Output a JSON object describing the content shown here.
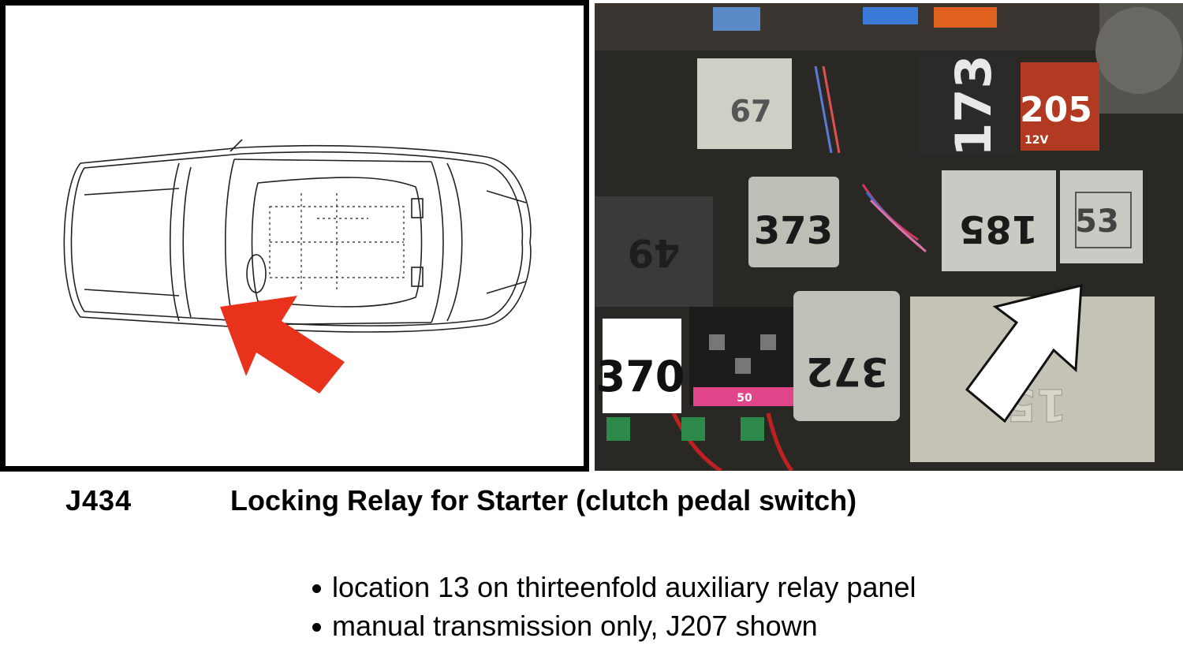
{
  "component": {
    "code": "J434",
    "title": "Locking Relay for Starter (clutch pedal switch)"
  },
  "notes": [
    "location 13 on thirteenfold auxiliary relay panel",
    "manual transmission only, J207 shown"
  ],
  "photo": {
    "relays": [
      {
        "label": "67",
        "color": "#cfcfc6"
      },
      {
        "label": "173",
        "color": "#2a2a2a"
      },
      {
        "label": "205",
        "color": "#b23a22"
      },
      {
        "label": "12V",
        "color": "#b23a22"
      },
      {
        "label": "373",
        "color": "#bcbfb6"
      },
      {
        "label": "185",
        "color": "#c8cbc3"
      },
      {
        "label": "53",
        "color": "#c8cbc3"
      },
      {
        "label": "49",
        "color": "#3a3a3a"
      },
      {
        "label": "370",
        "color": "#ffffff"
      },
      {
        "label": "372",
        "color": "#bfc1b9"
      },
      {
        "label": "15",
        "color": "#c5c3b5"
      },
      {
        "label": "50",
        "color": "#e0458a"
      }
    ]
  },
  "colors": {
    "arrow_red": "#e8321c",
    "arrow_white": "#ffffff",
    "panel_border": "#000000"
  },
  "icons": {
    "diagram_arrow": "red-arrow-icon",
    "photo_arrow": "white-arrow-icon"
  }
}
